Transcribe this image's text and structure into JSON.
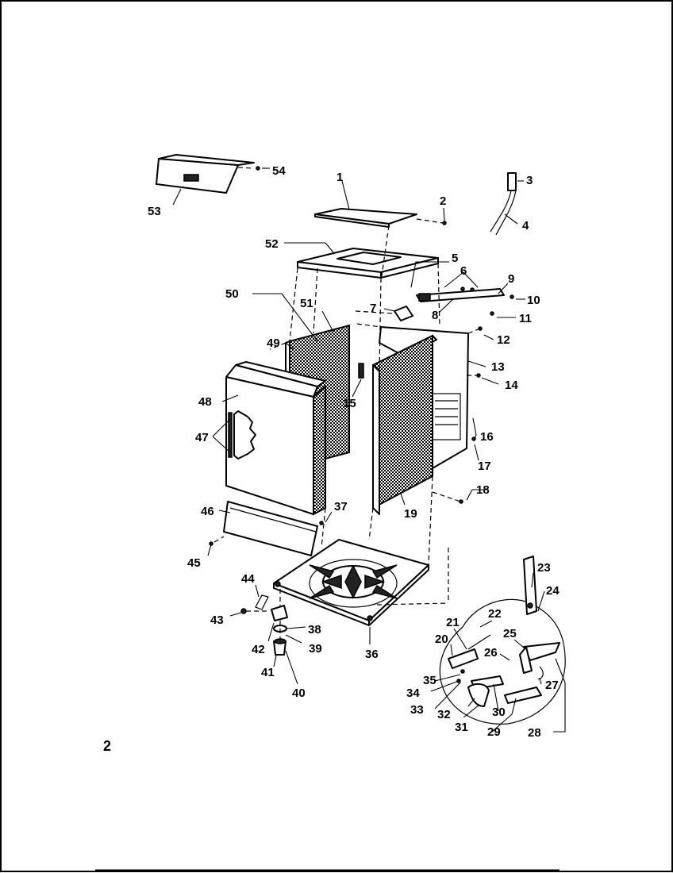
{
  "page_number": "2",
  "callouts": {
    "c1": "1",
    "c2": "2",
    "c3": "3",
    "c4": "4",
    "c5": "5",
    "c6": "6",
    "c7": "7",
    "c8": "8",
    "c9": "9",
    "c10": "10",
    "c11": "11",
    "c12": "12",
    "c13": "13",
    "c14": "14",
    "c15": "15",
    "c16": "16",
    "c17": "17",
    "c18": "18",
    "c19": "19",
    "c20": "20",
    "c21": "21",
    "c22": "22",
    "c23": "23",
    "c24": "24",
    "c25": "25",
    "c26": "26",
    "c27": "27",
    "c28": "28",
    "c29": "29",
    "c30": "30",
    "c31": "31",
    "c32": "32",
    "c33": "33",
    "c34": "34",
    "c35": "35",
    "c36": "36",
    "c37": "37",
    "c38": "38",
    "c39": "39",
    "c40": "40",
    "c41": "41",
    "c42": "42",
    "c43": "43",
    "c44": "44",
    "c45": "45",
    "c46": "46",
    "c47": "47",
    "c48": "48",
    "c49": "49",
    "c50": "50",
    "c51": "51",
    "c52": "52",
    "c53": "53",
    "c54": "54"
  }
}
